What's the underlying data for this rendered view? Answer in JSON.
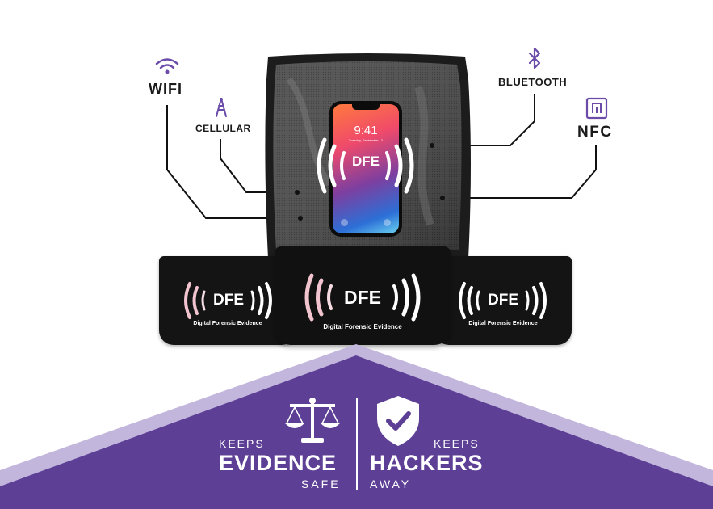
{
  "labels": {
    "wifi": "WIFI",
    "cellular": "CELLULAR",
    "bluetooth": "BLUETOOTH",
    "nfc": "NFC"
  },
  "phone": {
    "time": "9:41",
    "date": "Tuesday, September 12"
  },
  "pouch": {
    "brand": "DFE",
    "tagline": "Digital Forensic Evidence"
  },
  "banner": {
    "left": {
      "top": "KEEPS",
      "main": "EVIDENCE",
      "bottom": "SAFE"
    },
    "right": {
      "top": "KEEPS",
      "main": "HACKERS",
      "bottom": "AWAY"
    }
  },
  "icons": {
    "wifi": "wifi-icon",
    "cellular": "cell-tower-icon",
    "bluetooth": "bluetooth-icon",
    "nfc": "nfc-icon",
    "scales": "scales-of-justice-icon",
    "shield": "shield-check-icon"
  },
  "colors": {
    "purple": "#5d3f96",
    "lavender": "#c2b6dc",
    "icon_purple": "#6b4ca8",
    "pouch": "#141414"
  }
}
